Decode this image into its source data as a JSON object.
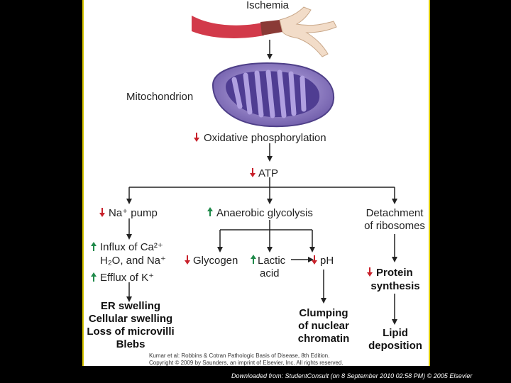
{
  "labels": {
    "ischemia": "Ischemia",
    "mitochondrion": "Mitochondrion",
    "oxidative": "Oxidative phosphorylation",
    "atp": "ATP",
    "na_pump": "Na⁺ pump",
    "anaerobic": "Anaerobic glycolysis",
    "detachment_1": "Detachment",
    "detachment_2": "of ribosomes",
    "influx_1": "Influx of Ca²⁺",
    "influx_2": "H₂O, and Na⁺",
    "efflux": "Efflux of K⁺",
    "glycogen": "Glycogen",
    "lactic_1": "Lactic",
    "lactic_2": "acid",
    "ph": "pH",
    "protein_1": "Protein",
    "protein_2": "synthesis",
    "er_1": "ER swelling",
    "er_2": "Cellular swelling",
    "er_3": "Loss of microvilli",
    "er_4": "Blebs",
    "clump_1": "Clumping",
    "clump_2": "of nuclear",
    "clump_3": "chromatin",
    "lipid_1": "Lipid",
    "lipid_2": "deposition"
  },
  "credit_1": "Kumar et al: Robbins & Cotran Pathologic Basis of Disease, 8th Edition.",
  "credit_2": "Copyright © 2009 by Saunders, an imprint of Elsevier, Inc. All rights reserved.",
  "footer": "Downloaded from: StudentConsult (on 8 September 2010 02:58 PM) © 2005 Elsevier",
  "colors": {
    "decrease_arrow": "#c8202a",
    "increase_arrow": "#1f8a4a",
    "mitochondrion": "#8a78c0",
    "vessel": "#d23a4a",
    "panel_border": "#d8c600"
  },
  "icons": {
    "decrease": "down-arrow-icon",
    "increase": "up-arrow-icon"
  }
}
